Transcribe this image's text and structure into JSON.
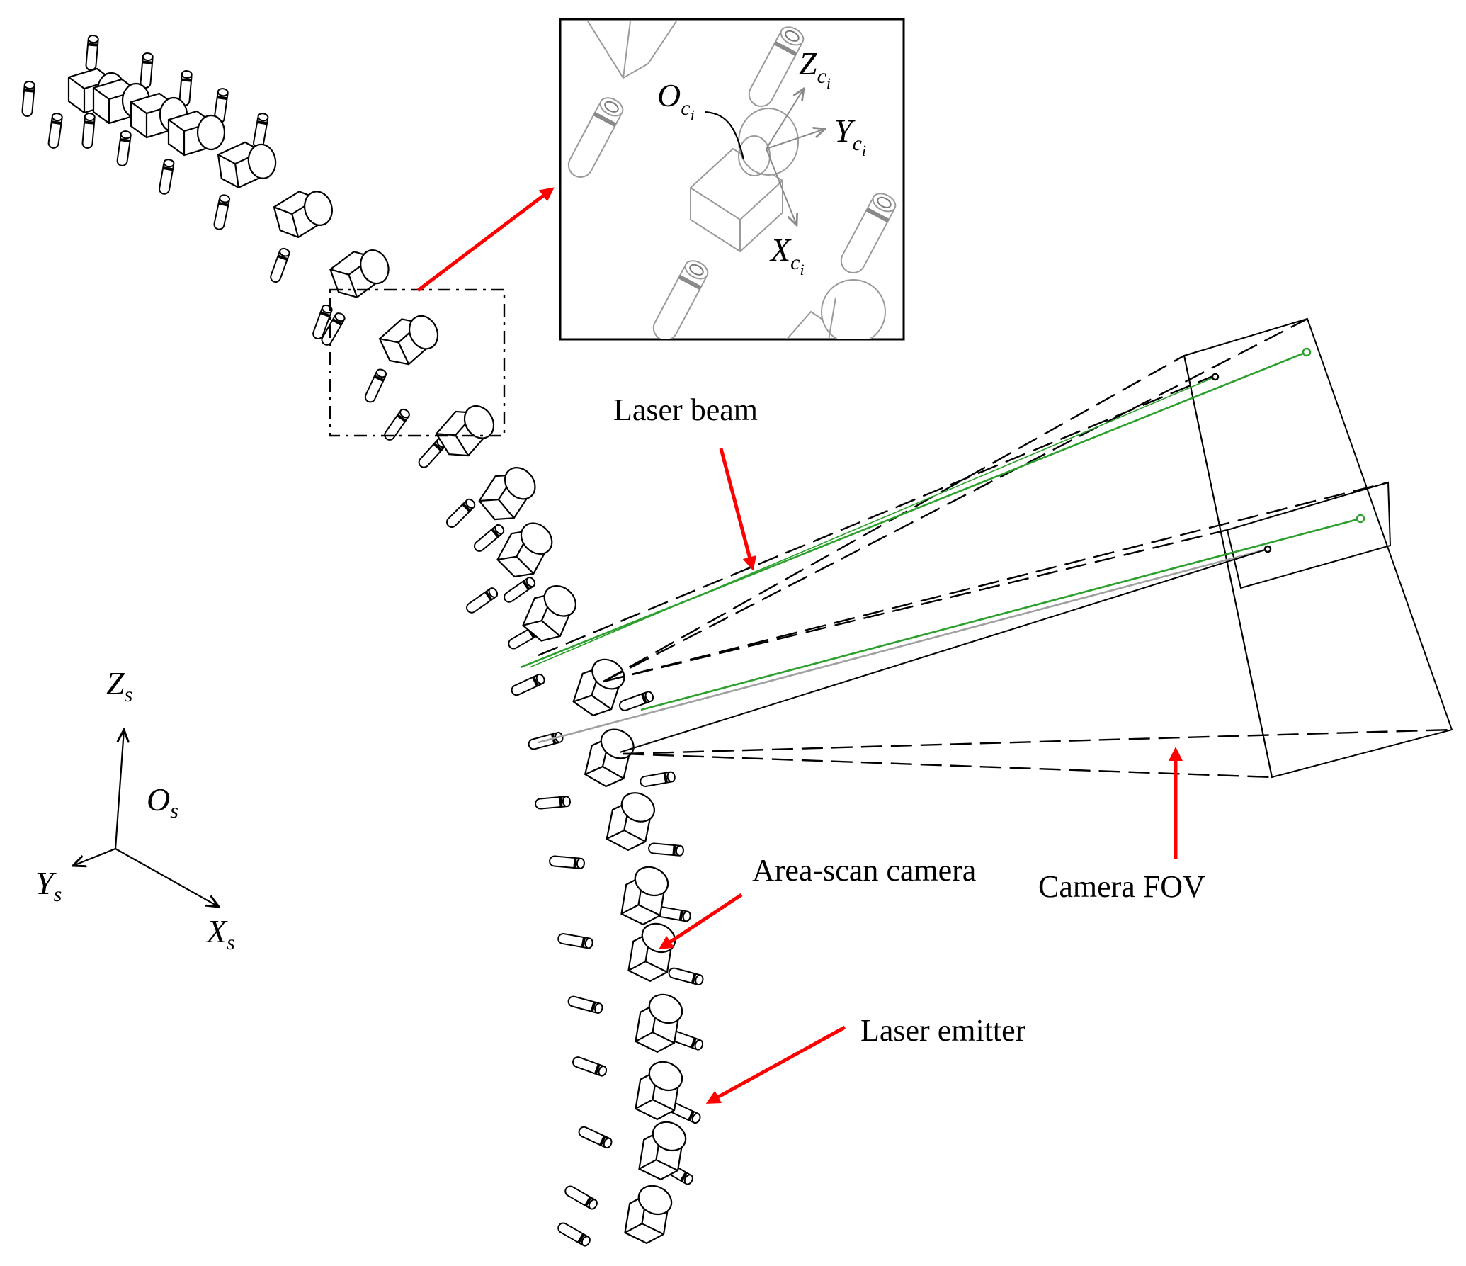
{
  "labels": {
    "laser_beam": "Laser beam",
    "camera_fov": "Camera FOV",
    "area_scan_camera": "Area-scan camera",
    "laser_emitter": "Laser emitter"
  },
  "global_axes": {
    "origin": "O",
    "x": "X",
    "y": "Y",
    "z": "Z",
    "subscript": "s"
  },
  "inset_axes": {
    "origin": "O",
    "x": "X",
    "y": "Y",
    "z": "Z",
    "subscript": "c",
    "sub_subscript": "i"
  },
  "colors": {
    "annotation_arrow": "#ff0000",
    "laser_beam": "#2ca02c",
    "outline": "#000000",
    "inset_outline": "#9a9a9a"
  },
  "icons": [
    "area-scan-camera-icon",
    "laser-emitter-icon"
  ]
}
